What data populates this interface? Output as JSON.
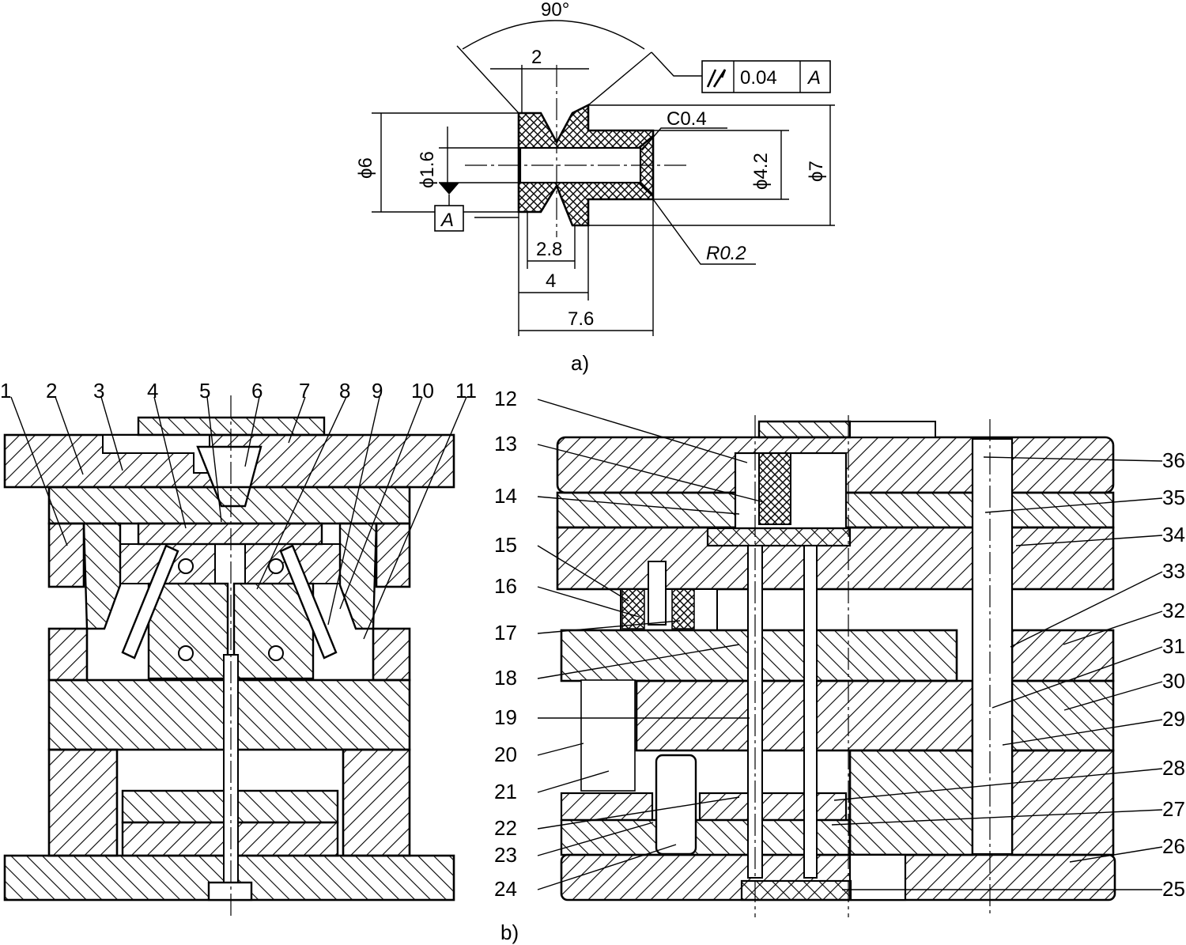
{
  "figure_a": {
    "caption": "a)",
    "angle_label": "90°",
    "dim_groove_width": "2",
    "tolerance": {
      "value": "0.04",
      "datum": "A"
    },
    "chamfer": "C0.4",
    "dia_outer_left": "ϕ6",
    "dia_bore": "ϕ1.6",
    "dia_counterbore": "ϕ4.2",
    "dia_outer_right": "ϕ7",
    "datum_label": "A",
    "dim_2_8": "2.8",
    "dim_4": "4",
    "dim_7_6": "7.6",
    "radius": "R0.2"
  },
  "figure_b": {
    "caption": "b)",
    "part_numbers": [
      "1",
      "2",
      "3",
      "4",
      "5",
      "6",
      "7",
      "8",
      "9",
      "10",
      "11",
      "12",
      "13",
      "14",
      "15",
      "16",
      "17",
      "18",
      "19",
      "20",
      "21",
      "22",
      "23",
      "24",
      "25",
      "26",
      "27",
      "28",
      "29",
      "30",
      "31",
      "32",
      "33",
      "34",
      "35",
      "36"
    ]
  },
  "colors": {
    "line": "#000000",
    "background": "#ffffff",
    "hatch": "#000000"
  }
}
